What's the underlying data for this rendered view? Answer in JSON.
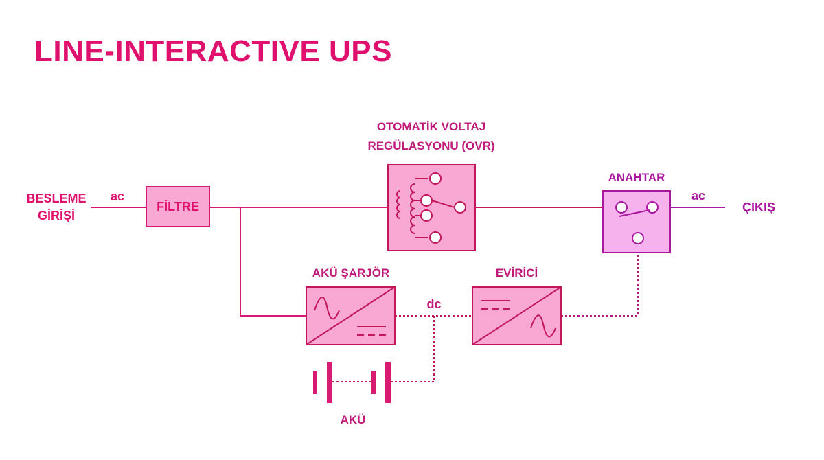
{
  "title": "LINE-INTERACTIVE UPS",
  "labels": {
    "input": "BESLEME GİRİŞİ",
    "input_ac": "ac",
    "filter": "FİLTRE",
    "ovr_line1": "OTOMATİK VOLTAJ",
    "ovr_line2": "REGÜLASYONU (OVR)",
    "switch": "ANAHTAR",
    "output_ac": "ac",
    "output": "ÇIKIŞ",
    "charger": "AKÜ ŞARJÖR",
    "dc": "dc",
    "inverter": "EVİRİCİ",
    "battery": "AKÜ"
  },
  "colors": {
    "title": "#e0106e",
    "main_line": "#d81b72",
    "box_fill": "#f9a8d4",
    "box_stroke": "#c2185b",
    "switch_fill": "#f5b2ec",
    "switch_stroke": "#a8199e",
    "battery": "#d81b72"
  }
}
